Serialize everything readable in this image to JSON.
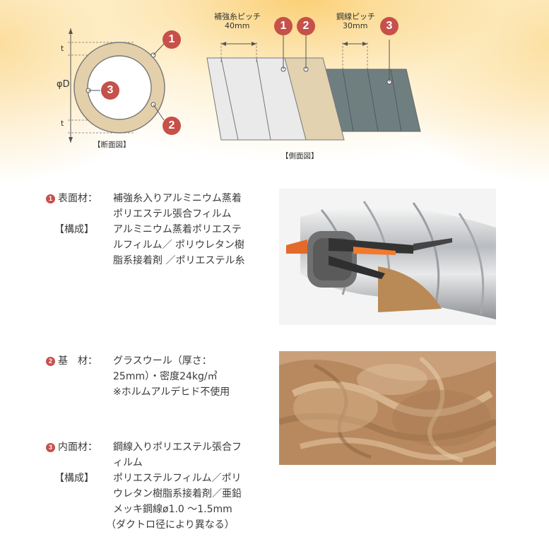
{
  "diagram": {
    "cross_section": {
      "dim_t_top": "t",
      "dim_d": "φD",
      "dim_t_bottom": "t",
      "caption": "【断面図】",
      "badges": [
        "1",
        "2",
        "3"
      ]
    },
    "side_view": {
      "pitch_reinforce": {
        "line1": "補強糸ピッチ",
        "line2": "40mm"
      },
      "pitch_steel": {
        "line1": "鋼線ピッチ",
        "line2": "30mm"
      },
      "caption": "【側面図】",
      "badges": [
        "1",
        "2",
        "3"
      ]
    },
    "colors": {
      "badge": "#c6504a",
      "layer_outer": "#e8e8e8",
      "layer_middle": "#e3d2b0",
      "layer_inner": "#6f7f80"
    }
  },
  "sections": [
    {
      "badge": "1",
      "title": "表面材：",
      "lines": [
        "補強糸入りアルミニウム蒸着",
        "ポリエステル張合フィルム"
      ],
      "sub_title": "【構成】",
      "sub_lines": [
        "アルミニウム蒸着ポリエステ",
        "ルフィルム／ ポリウレタン樹",
        "脂系接着剤 ／ポリエステル糸"
      ]
    },
    {
      "badge": "2",
      "title": "基　材：",
      "lines": [
        "グラスウール（厚さ：",
        "25mm）・密度24kg/㎥",
        "※ホルムアルデヒド不使用"
      ]
    },
    {
      "badge": "3",
      "title": "内面材：",
      "lines": [
        "鋼線入りポリエステル張合フ",
        "ィルム"
      ],
      "sub_title": "【構成】",
      "sub_lines": [
        "ポリエステルフィルム／ポリ",
        "ウレタン樹脂系接着剤／亜鉛",
        "メッキ鋼線ø1.0 ～1.5mm",
        "（ダクトロ径により異なる）"
      ]
    }
  ]
}
